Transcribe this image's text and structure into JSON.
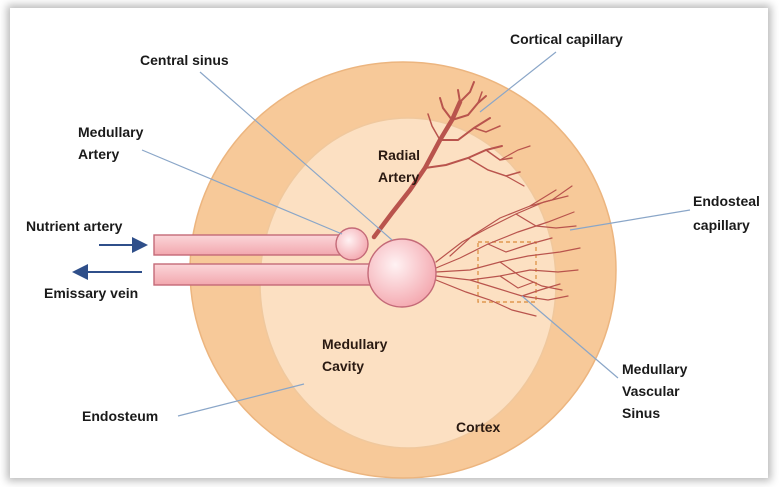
{
  "labels": {
    "central_sinus": "Central sinus",
    "cortical_capillary": "Cortical capillary",
    "medullary_artery": [
      "Medullary",
      "Artery"
    ],
    "radial_artery": [
      "Radial",
      "Artery"
    ],
    "endosteal_capillary": [
      "Endosteal",
      "capillary"
    ],
    "nutrient_artery": "Nutrient artery",
    "emissary_vein": "Emissary vein",
    "medullary_cavity": [
      "Medullary",
      "Cavity"
    ],
    "medullary_vascular_sinus": [
      "Medullary",
      "Vascular",
      "Sinus"
    ],
    "endosteum": "Endosteum",
    "cortex": "Cortex"
  },
  "colors": {
    "cortex_fill": "#f7c999",
    "cavity_fill": "#fce0c2",
    "vessel_fill": "#f7bcc0",
    "vessel_stroke": "#c46a78",
    "capillary": "#b9544d",
    "leader_line": "#8aa6c8",
    "arrow": "#2f4f8a"
  }
}
